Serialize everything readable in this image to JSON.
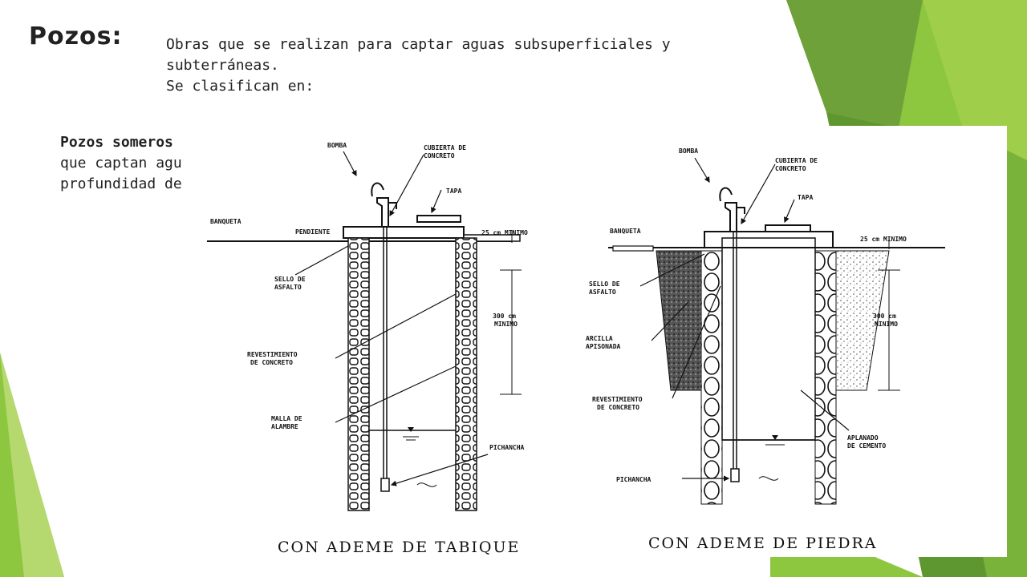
{
  "slide": {
    "title": "Pozos:",
    "intro_lines": [
      "Obras que se realizan para captar aguas subsuperficiales y",
      "subterráneas.",
      "Se clasifican en:"
    ],
    "shallow_wells": {
      "heading": "Pozos someros",
      "lines": [
        "que captan agu",
        "profundidad de"
      ]
    }
  },
  "figure": {
    "left_panel": {
      "caption": "CON ADEME DE TABIQUE",
      "labels": {
        "bomba": "BOMBA",
        "cubierta_1": "CUBIERTA DE",
        "cubierta_2": "CONCRETO",
        "tapa": "TAPA",
        "banqueta": "BANQUETA",
        "pendiente": "PENDIENTE",
        "dim_25": "25 cm MINIMO",
        "sello_1": "SELLO DE",
        "sello_2": "ASFALTO",
        "dim_300_1": "300 cm",
        "dim_300_2": "MINIMO",
        "revest_1": "REVESTIMIENTO",
        "revest_2": "DE CONCRETO",
        "malla_1": "MALLA DE",
        "malla_2": "ALAMBRE",
        "pichancha": "PICHANCHA"
      }
    },
    "right_panel": {
      "caption": "CON ADEME DE PIEDRA",
      "labels": {
        "bomba": "BOMBA",
        "cubierta_1": "CUBIERTA DE",
        "cubierta_2": "CONCRETO",
        "tapa": "TAPA",
        "banqueta": "BANQUETA",
        "dim_25": "25 cm MINIMO",
        "sello_1": "SELLO DE",
        "sello_2": "ASFALTO",
        "arcilla_1": "ARCILLA",
        "arcilla_2": "APISONADA",
        "dim_300_1": "300 cm",
        "dim_300_2": "MINIMO",
        "revest_1": "REVESTIMIENTO",
        "revest_2": "DE CONCRETO",
        "aplanado_1": "APLANADO",
        "aplanado_2": "DE CEMENTO",
        "pichancha": "PICHANCHA"
      }
    }
  },
  "theme": {
    "green_light": "#8dc63f",
    "green_mid": "#6fa13a",
    "green_dark": "#4f8a2a",
    "text": "#222222"
  }
}
